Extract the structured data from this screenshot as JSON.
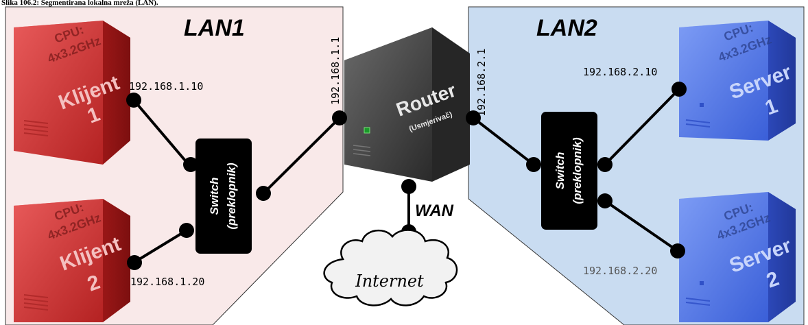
{
  "caption": "Slika 106.2: Segmentirana lokalna mreža (LAN).",
  "lan1": {
    "title": "LAN1"
  },
  "lan2": {
    "title": "LAN2"
  },
  "router": {
    "label": "Router",
    "sublabel": "(Usmjerivač)",
    "ip_lan1": "192.168.1.1",
    "ip_lan2": "192.168.2.1"
  },
  "wan": {
    "label": "WAN"
  },
  "internet": {
    "label": "Internet"
  },
  "switch1": {
    "line1": "Switch",
    "line2": "(preklopnik)"
  },
  "switch2": {
    "line1": "Switch",
    "line2": "(preklopnik)"
  },
  "klijent1": {
    "cpu1": "CPU:",
    "cpu2": "4x3.2GHz",
    "name": "Klijent",
    "num": "1",
    "ip": "192.168.1.10"
  },
  "klijent2": {
    "cpu1": "CPU:",
    "cpu2": "4x3.2GHz",
    "name": "Klijent",
    "num": "2",
    "ip": "192.168.1.20"
  },
  "server1": {
    "cpu1": "CPU:",
    "cpu2": "4x3.2GHz",
    "name": "Server",
    "num": "1",
    "ip": "192.168.2.10"
  },
  "server2": {
    "cpu1": "CPU:",
    "cpu2": "4x3.2GHz",
    "name": "Server",
    "num": "2",
    "ip": "192.168.2.20"
  },
  "colors": {
    "lan1_bg": "#f9e9e9",
    "lan2_bg": "#c9dcf1",
    "client": "#d23a3a",
    "server": "#4a72e6",
    "router": "#3c3c3c"
  }
}
